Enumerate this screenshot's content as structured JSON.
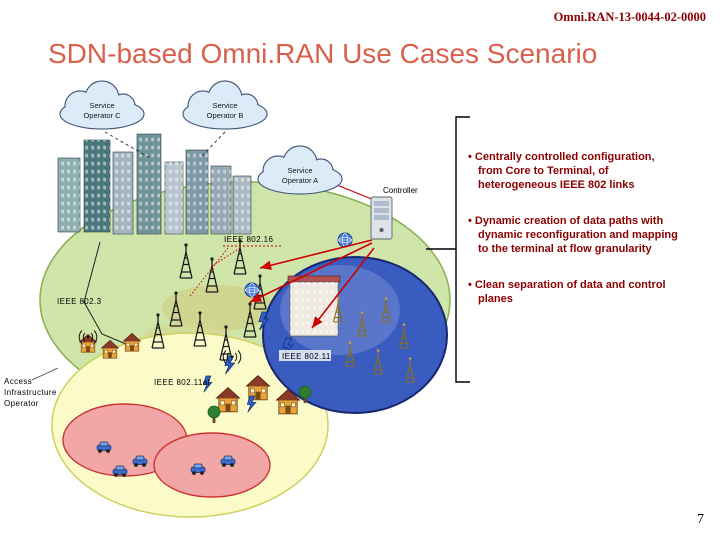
{
  "slide": {
    "doc_id": "Omni.RAN-13-0044-02-0000",
    "title": "SDN-based Omni.RAN Use Cases Scenario",
    "page_number": "7"
  },
  "colors": {
    "doc_id_text": "#8b0000",
    "title_text": "#d8604c",
    "bullet_text": "#8b0000",
    "green_zone": "#cfe5a9",
    "yellow_zone": "#fbfbca",
    "blue_zone": "#3a5cc0",
    "red_zone": "#f2a6a6",
    "arrow_red": "#cc0000"
  },
  "bullets": [
    {
      "text": "• Centrally controlled configuration, from Core to Terminal, of heterogeneous IEEE 802 links"
    },
    {
      "text": "• Dynamic creation of data paths with dynamic reconfiguration and mapping to the terminal at flow granularity"
    },
    {
      "text": "• Clean separation of data and control planes"
    }
  ],
  "diagram": {
    "clouds": [
      {
        "line1": "Service",
        "line2": "Operator C"
      },
      {
        "line1": "Service",
        "line2": "Operator B"
      },
      {
        "line1": "Service",
        "line2": "Operator A"
      }
    ],
    "controller_label": "Controller",
    "network_labels": {
      "ieee802_16": "IEEE 802.16",
      "ieee802_3": "IEEE 802.3",
      "ieee802_11": "IEEE 802.11",
      "ieee802_11af": "IEEE 802.11af"
    },
    "access_operator": {
      "line1": "Access",
      "line2": "Infrastructure",
      "line3": "Operator"
    }
  }
}
